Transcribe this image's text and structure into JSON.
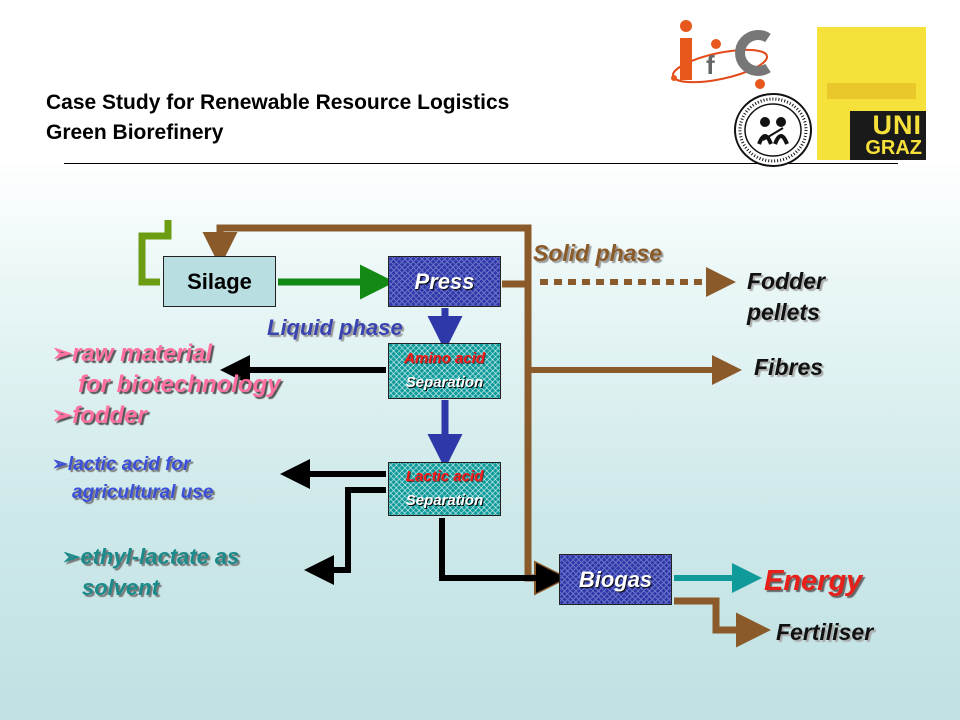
{
  "header": {
    "title_line1": "Case Study for Renewable Resource Logistics",
    "title_line2": "Green Biorefinery",
    "logo_ifc": {
      "letters": [
        "i",
        "f",
        "C"
      ]
    },
    "logo_seal": {
      "text": "INSTITUT F. SYSTEMWISSENSCHAFTEN • UNIVERSITÄT GRAZ"
    },
    "logo_uni": {
      "line1": "UNI",
      "line2": "GRAZ"
    }
  },
  "boxes": {
    "silage": "Silage",
    "press": "Press",
    "amino_line1": "Amino acid",
    "amino_line2": "Separation",
    "lactic_line1": "Lactic acid",
    "lactic_line2": "Separation",
    "biogas": "Biogas"
  },
  "labels": {
    "solid_phase": "Solid phase",
    "liquid_phase": "Liquid phase",
    "fodder_pellets_line1": "Fodder",
    "fodder_pellets_line2": "pellets",
    "fibres": "Fibres",
    "energy": "Energy",
    "fertiliser": "Fertiliser"
  },
  "outputs": {
    "raw_material_line1": "raw material",
    "raw_material_line2": "for biotechnology",
    "fodder": "fodder",
    "lactic_use_line1": "lactic acid for",
    "lactic_use_line2": "agricultural use",
    "ethyl_line1": "ethyl-lactate as",
    "ethyl_line2": "solvent"
  },
  "colors": {
    "brown": "#8b5a2b",
    "green": "#138a13",
    "lime": "#6b9c12",
    "blue": "#2e38a8",
    "teal": "#109a9a",
    "black": "#000000"
  }
}
